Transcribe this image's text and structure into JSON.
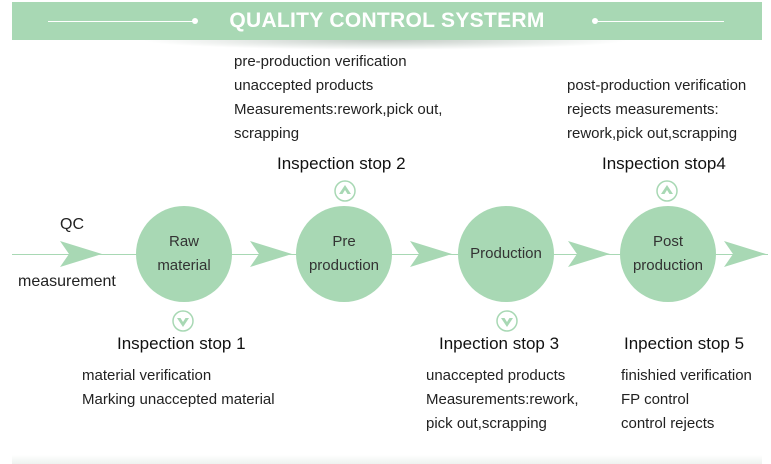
{
  "title": "QUALITY CONTROL SYSTERM",
  "colors": {
    "accent": "#a8d8b4",
    "text": "#222222"
  },
  "left_labels": {
    "qc": "QC",
    "measurement": "measurement"
  },
  "stages": [
    {
      "line1": "Raw",
      "line2": "material"
    },
    {
      "line1": "Pre",
      "line2": "production"
    },
    {
      "line1": "Production",
      "line2": ""
    },
    {
      "line1": "Post",
      "line2": "production"
    }
  ],
  "stops": {
    "stop1": {
      "title": "Inspection stop 1",
      "icon": "chevron-down-circle-icon",
      "lines": [
        "material verification",
        "Marking unaccepted material"
      ]
    },
    "stop2": {
      "title": "Inspection stop 2",
      "icon": "chevron-up-circle-icon",
      "lines": [
        "pre-production verification",
        "unaccepted products",
        "Measurements:rework,pick out,",
        "scrapping"
      ]
    },
    "stop3": {
      "title": "Inpection stop 3",
      "icon": "chevron-down-circle-icon",
      "lines": [
        "unaccepted products",
        "Measurements:rework,",
        "pick out,scrapping"
      ]
    },
    "stop4": {
      "title": "Inspection stop4",
      "icon": "chevron-up-circle-icon",
      "lines": [
        "post-production verification",
        "rejects measurements:",
        "rework,pick out,scrapping"
      ]
    },
    "stop5": {
      "title": "Inpection stop 5",
      "lines": [
        "finishied verification",
        "FP control",
        "control rejects"
      ]
    }
  }
}
